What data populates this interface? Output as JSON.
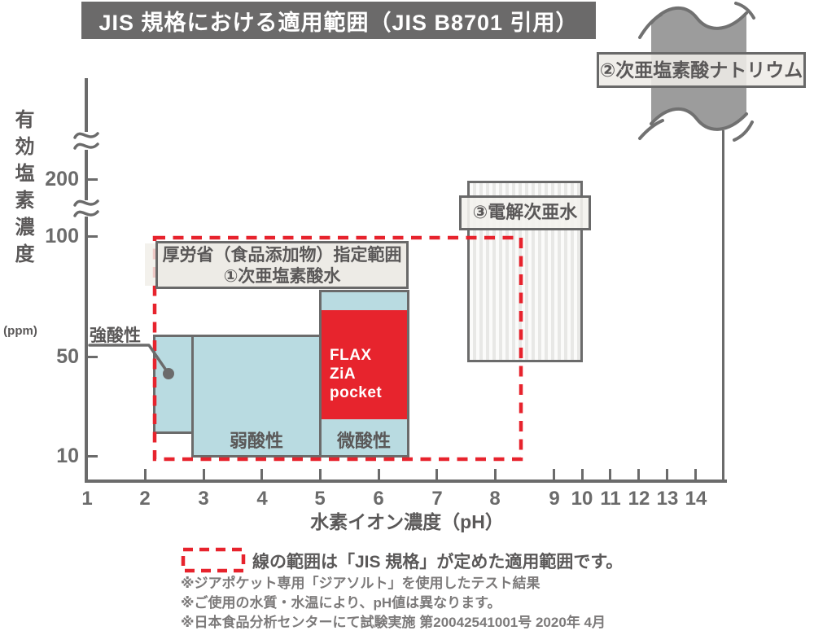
{
  "title": "JIS 規格における適用範囲（JIS B8701 引用）",
  "colors": {
    "accent_red": "#e7232d",
    "light_blue": "#b9dbe1",
    "border_gray": "#6b6b6b",
    "text_dark": "#5a5858",
    "band_gray": "#9c9c9c",
    "plate_bg": "#edebe6",
    "note_gray": "#7c7a7a"
  },
  "y_axis": {
    "title": "有効塩素濃度",
    "unit": "(ppm)",
    "tick_labels": [
      "200",
      "100",
      "50",
      "10"
    ]
  },
  "x_axis": {
    "title": "水素イオン濃度（pH）",
    "tick_labels": [
      "1",
      "2",
      "3",
      "4",
      "5",
      "6",
      "7",
      "8",
      "9",
      "10",
      "11",
      "12",
      "13",
      "14"
    ]
  },
  "labels": {
    "moh_range_line1": "厚労省（食品添加物）指定範囲",
    "moh_range_line2": "①次亜塩素酸水",
    "sodium_hypochlorite": "②次亜塩素酸ナトリウム",
    "electrolyzed_water": "③電解次亜水",
    "strong_acid": "強酸性",
    "weak_acid": "弱酸性",
    "slight_acid": "微酸性",
    "product_line1": "FLAX",
    "product_line2": "ZiA pocket"
  },
  "legend": {
    "text": "線の範囲は「JIS 規格」が定めた適用範囲です。"
  },
  "notes": [
    "※ジアポケット専用「ジアソルト」を使用したテスト結果",
    "※ご使用の水質・水温により、pH値は異なります。",
    "※日本食品分析センターにて試験実施 第20042541001号 2020年 4月"
  ],
  "chart_data": {
    "type": "area",
    "title": "JIS 規格における適用範囲（JIS B8701 引用）",
    "xlabel": "水素イオン濃度（pH）",
    "ylabel": "有効塩素濃度 (ppm)",
    "x_ticks": [
      1,
      2,
      3,
      4,
      5,
      6,
      7,
      8,
      9,
      10,
      11,
      12,
      13,
      14
    ],
    "y_ticks": [
      10,
      50,
      100,
      200
    ],
    "axis_breaks_y": [
      "between 100 and 200",
      "above 200"
    ],
    "regions": [
      {
        "name": "JIS 規格適用範囲 (red dashed)",
        "ph": [
          2.2,
          8.4
        ],
        "ppm": [
          10,
          100
        ],
        "style": "red-dashed-outline"
      },
      {
        "name": "厚労省（食品添加物）指定範囲 ①次亜塩素酸水",
        "ph": [
          2.2,
          6.5
        ],
        "ppm": [
          10,
          100
        ],
        "style": "label-plate"
      },
      {
        "name": "強酸性",
        "ph": [
          2.2,
          2.8
        ],
        "ppm": [
          20,
          57
        ],
        "style": "light-blue"
      },
      {
        "name": "弱酸性",
        "ph": [
          2.8,
          5.0
        ],
        "ppm": [
          10,
          57
        ],
        "style": "light-blue"
      },
      {
        "name": "微酸性",
        "ph": [
          5.0,
          6.5
        ],
        "ppm": [
          10,
          77
        ],
        "style": "light-blue"
      },
      {
        "name": "FLAX ZiA pocket",
        "ph": [
          5.0,
          6.5
        ],
        "ppm": [
          25,
          68
        ],
        "style": "red-fill"
      },
      {
        "name": "③電解次亜水",
        "ph": [
          7.5,
          9.5
        ],
        "ppm": [
          50,
          200
        ],
        "style": "striped-band"
      },
      {
        "name": "②次亜塩素酸ナトリウム",
        "ph": [
          12.5,
          14
        ],
        "ppm": "high, above axis break",
        "style": "gray-band"
      }
    ],
    "legend": "線の範囲は「JIS 規格」が定めた適用範囲です。",
    "grid": false
  }
}
